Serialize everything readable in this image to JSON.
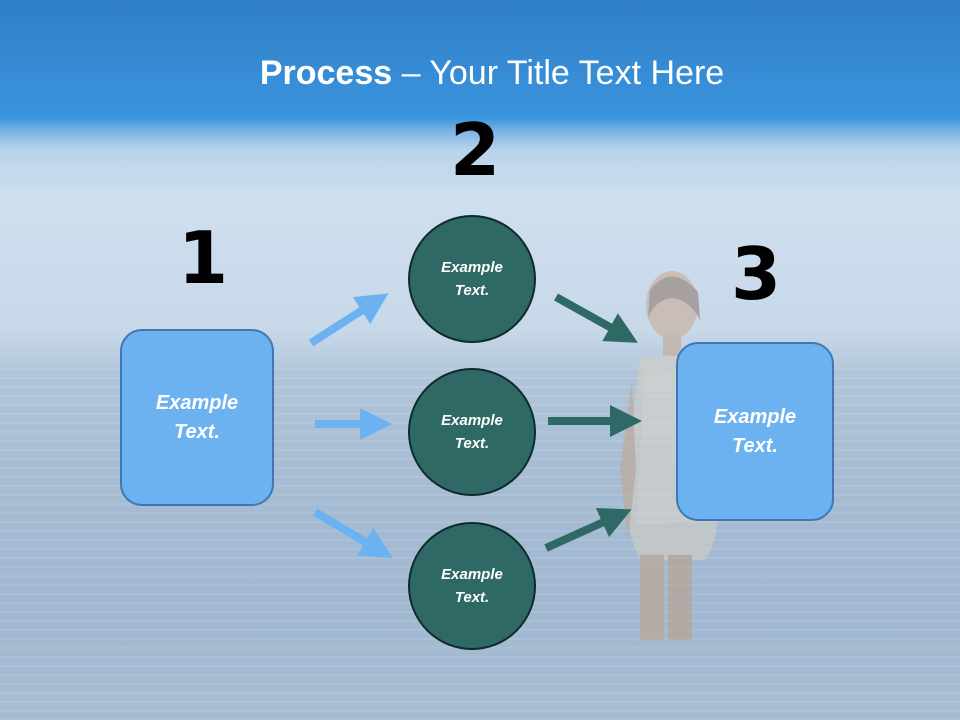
{
  "slide": {
    "title_bold": "Process",
    "title_rest": " – Your Title Text Here"
  },
  "steps": [
    {
      "number": "1",
      "label": "Example\nText."
    },
    {
      "number": "2",
      "label": "Example\nText."
    },
    {
      "number": "3",
      "label": "Example\nText."
    }
  ],
  "circles": [
    {
      "label": "Example\nText."
    },
    {
      "label": "Example\nText."
    },
    {
      "label": "Example\nText."
    }
  ],
  "colors": {
    "box_fill": "#6cb2f1",
    "circle_fill": "#2f6966",
    "light_arrow": "#6cb2f1",
    "dark_arrow": "#2f6966"
  }
}
